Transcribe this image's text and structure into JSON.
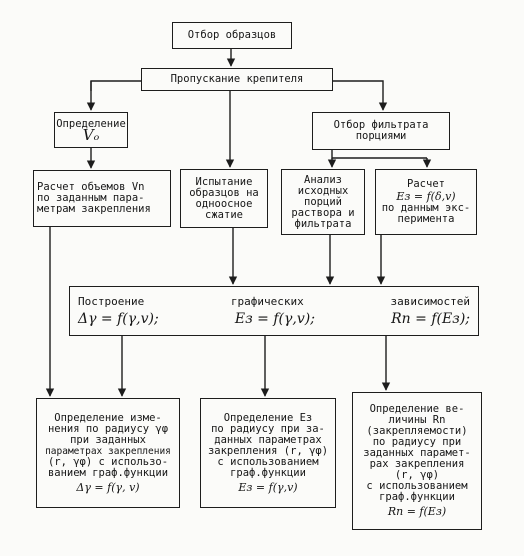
{
  "boxes": {
    "sampling": {
      "lines": [
        "Отбор образцов"
      ]
    },
    "passing": {
      "lines": [
        "Пропускание крепителя"
      ]
    },
    "determination_v": {
      "lines": [
        "Определение"
      ],
      "symbol": "Vₒ"
    },
    "filtrate_sampling": {
      "lines": [
        "Отбор фильтрата",
        "порциями"
      ]
    },
    "volumes": {
      "lines": [
        "Расчет объемов Vn",
        "по заданным пара-",
        "метрам закрепления"
      ]
    },
    "compression": {
      "lines": [
        "Испытание",
        "образцов на",
        "одноосное",
        "сжатие"
      ]
    },
    "analysis": {
      "lines": [
        "Анализ",
        "исходных",
        "порций",
        "раствора и",
        "фильтрата"
      ]
    },
    "calc_e": {
      "lines": [
        "Расчет"
      ],
      "formula": "Eз = f(δ,v)",
      "lines_after": [
        "по данным экс-",
        "перимента"
      ]
    },
    "graphs": {
      "title": [
        "Построение",
        "графических",
        "зависимостей"
      ],
      "formulas": [
        "Δγ = f(γ,v);",
        "Eз = f(γ,v);",
        "Rn = f(Eз);"
      ]
    },
    "result_gamma": {
      "lines": [
        "Определение изме-",
        "нения по радиусу γφ",
        "при заданных",
        "параметрах закрепления",
        "(r, γφ) с использо-",
        "ванием граф.функции"
      ],
      "formula": "Δγ = f(γ, v)"
    },
    "result_e": {
      "lines": [
        "Определение Eз",
        "по радиусу при за-",
        "данных параметрах",
        "закрепления (r, γφ)",
        "с использованием",
        "граф.функции"
      ],
      "formula": "Eз = f(γ,v)"
    },
    "result_r": {
      "lines": [
        "Определение ве-",
        "личины Rn",
        "(закрепляемости)",
        "по радиусу при",
        "заданных парамет-",
        "рах закрепления",
        "(r, γφ)",
        "с использованием",
        "граф.функции"
      ],
      "formula": "Rn = f(Eз)"
    }
  },
  "colors": {
    "ink": "#1d1d1d",
    "paper": "#fbfbf9"
  }
}
